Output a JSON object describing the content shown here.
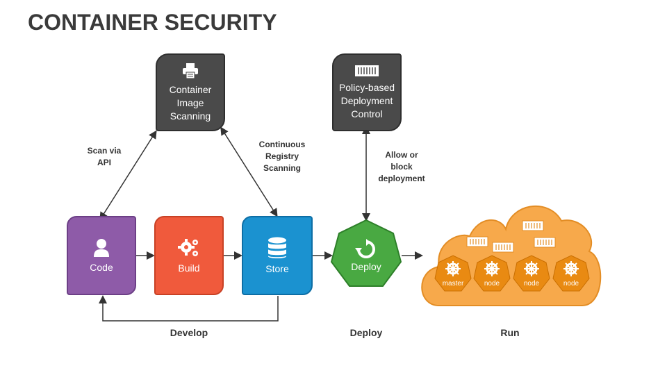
{
  "title": "CONTAINER SECURITY",
  "boxes": {
    "scanning": [
      "Container",
      "Image",
      "Scanning"
    ],
    "policy": [
      "Policy-based",
      "Deployment",
      "Control"
    ],
    "code": "Code",
    "build": "Build",
    "store": "Store",
    "deploy": "Deploy"
  },
  "notes": {
    "scan_api": [
      "Scan via",
      "API"
    ],
    "continuous": [
      "Continuous",
      "Registry",
      "Scanning"
    ],
    "allow": [
      "Allow or",
      "block",
      "deployment"
    ]
  },
  "phases": {
    "develop": "Develop",
    "deploy": "Deploy",
    "run": "Run"
  },
  "cloud_nodes": [
    "master",
    "node",
    "node",
    "node"
  ],
  "colors": {
    "dark": "#4a4a4a",
    "code": "#8e5ba8",
    "build": "#f05a3c",
    "store": "#1b92d0",
    "deploy": "#49a942",
    "cloud": "#f7a94b"
  },
  "icons": {
    "scanning": "printer-scanner-icon",
    "policy": "container-barcode-icon",
    "code": "user-icon",
    "build": "gears-icon",
    "store": "database-icon",
    "deploy": "refresh-icon",
    "node": "helm-wheel-icon"
  }
}
